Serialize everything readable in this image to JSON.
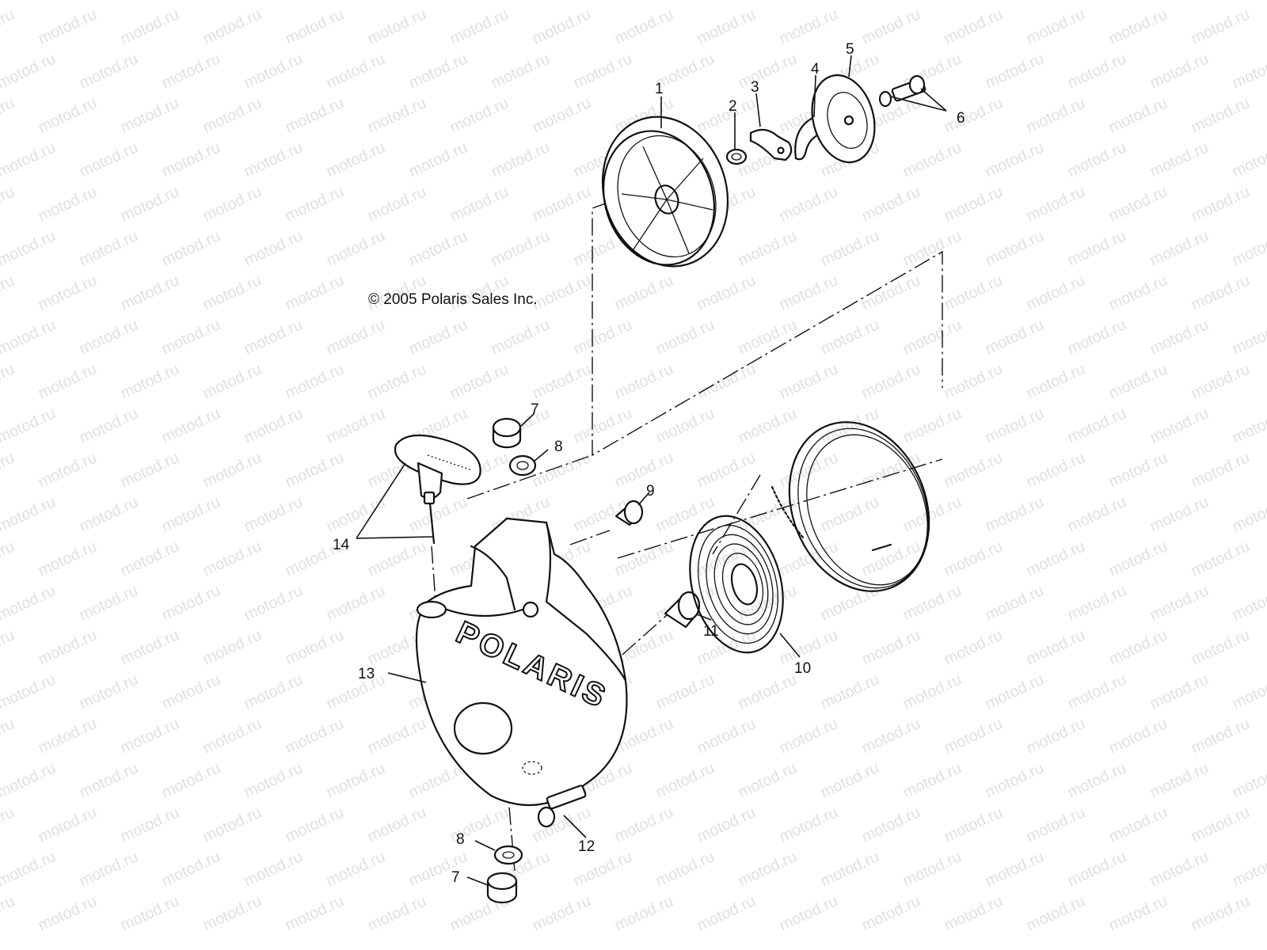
{
  "copyright": "© 2005 Polaris Sales Inc.",
  "brand_mark": "POLARIS",
  "watermark": "motod.ru",
  "callouts": [
    {
      "id": "c1",
      "label": "1"
    },
    {
      "id": "c2",
      "label": "2"
    },
    {
      "id": "c3",
      "label": "3"
    },
    {
      "id": "c4",
      "label": "4"
    },
    {
      "id": "c5",
      "label": "5"
    },
    {
      "id": "c6",
      "label": "6"
    },
    {
      "id": "c7a",
      "label": "7"
    },
    {
      "id": "c8a",
      "label": "8"
    },
    {
      "id": "c9",
      "label": "9"
    },
    {
      "id": "c10",
      "label": "10"
    },
    {
      "id": "c11",
      "label": "11"
    },
    {
      "id": "c12",
      "label": "12"
    },
    {
      "id": "c13",
      "label": "13"
    },
    {
      "id": "c14",
      "label": "14"
    },
    {
      "id": "c8b",
      "label": "8"
    },
    {
      "id": "c7b",
      "label": "7"
    }
  ]
}
